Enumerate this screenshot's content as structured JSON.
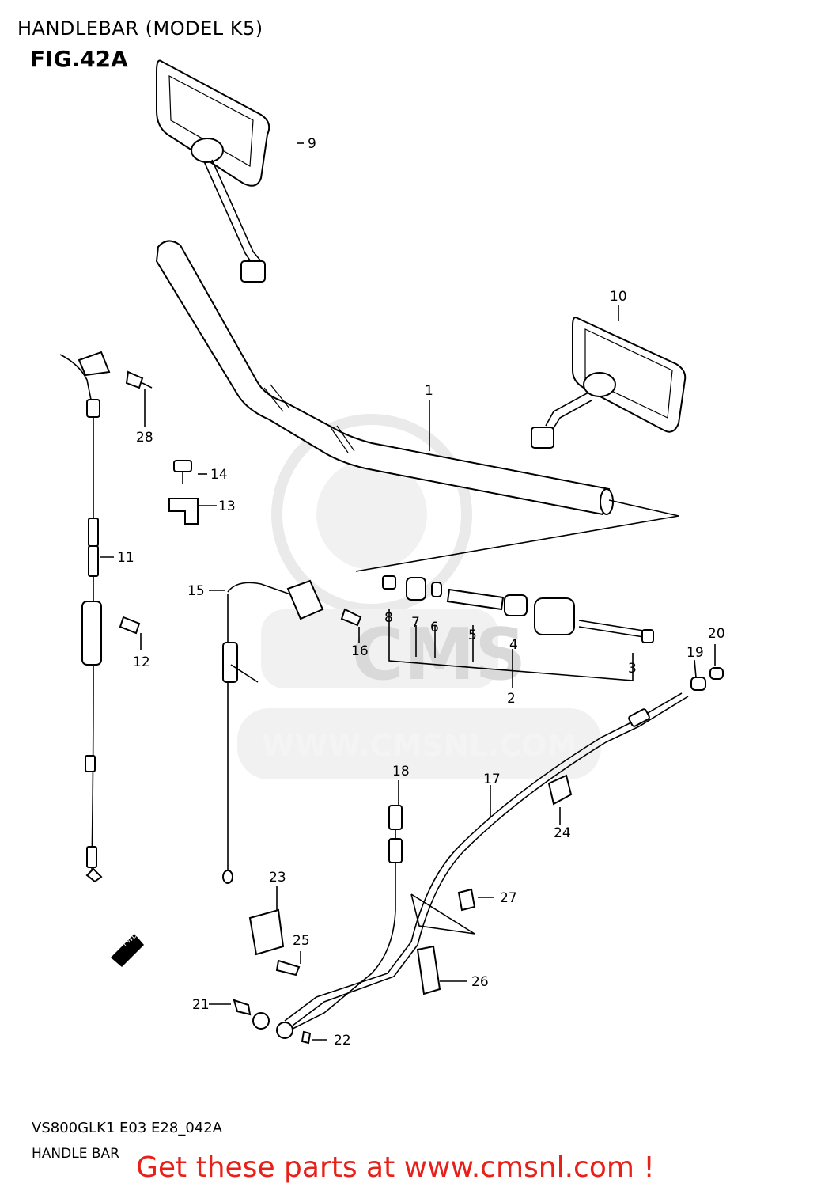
{
  "header": {
    "title": "HANDLEBAR (MODEL K5)",
    "figure": "FIG.42A"
  },
  "watermark": {
    "brand": "CMS",
    "url": "WWW.CMSNL.COM",
    "color": "#d9d9d9"
  },
  "callouts": {
    "p1": "1",
    "p2": "2",
    "p3": "3",
    "p4": "4",
    "p5": "5",
    "p6": "6",
    "p7": "7",
    "p8": "8",
    "p9": "9",
    "p10": "10",
    "p11": "11",
    "p12": "12",
    "p13": "13",
    "p14": "14",
    "p15": "15",
    "p16": "16",
    "p17": "17",
    "p18": "18",
    "p19": "19",
    "p20": "20",
    "p21": "21",
    "p22": "22",
    "p23": "23",
    "p24": "24",
    "p25": "25",
    "p26": "26",
    "p27": "27",
    "p28": "28"
  },
  "fwd_icon": "arrow-fwd-icon",
  "footer": {
    "code": "VS800GLK1 E03 E28_042A",
    "name": "HANDLE BAR",
    "cta": "Get these parts at www.cmsnl.com !",
    "cta_color": "#e8201a"
  }
}
